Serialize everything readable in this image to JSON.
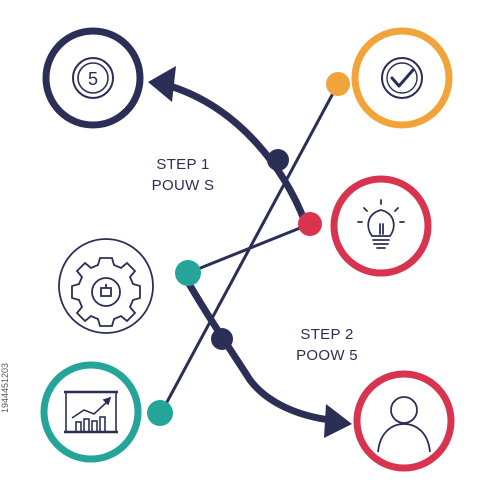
{
  "steps": [
    {
      "title": "STEP 1",
      "subtitle": "POUW S"
    },
    {
      "title": "STEP 2",
      "subtitle": "POOW 5"
    }
  ],
  "icons": {
    "number_badge_text": "5"
  },
  "colors": {
    "navy": "#2b2f55",
    "orange": "#f2a43a",
    "red": "#d8334f",
    "teal": "#25a59a",
    "gray_ring": "#2b2f55"
  },
  "side_text": "1944451203"
}
